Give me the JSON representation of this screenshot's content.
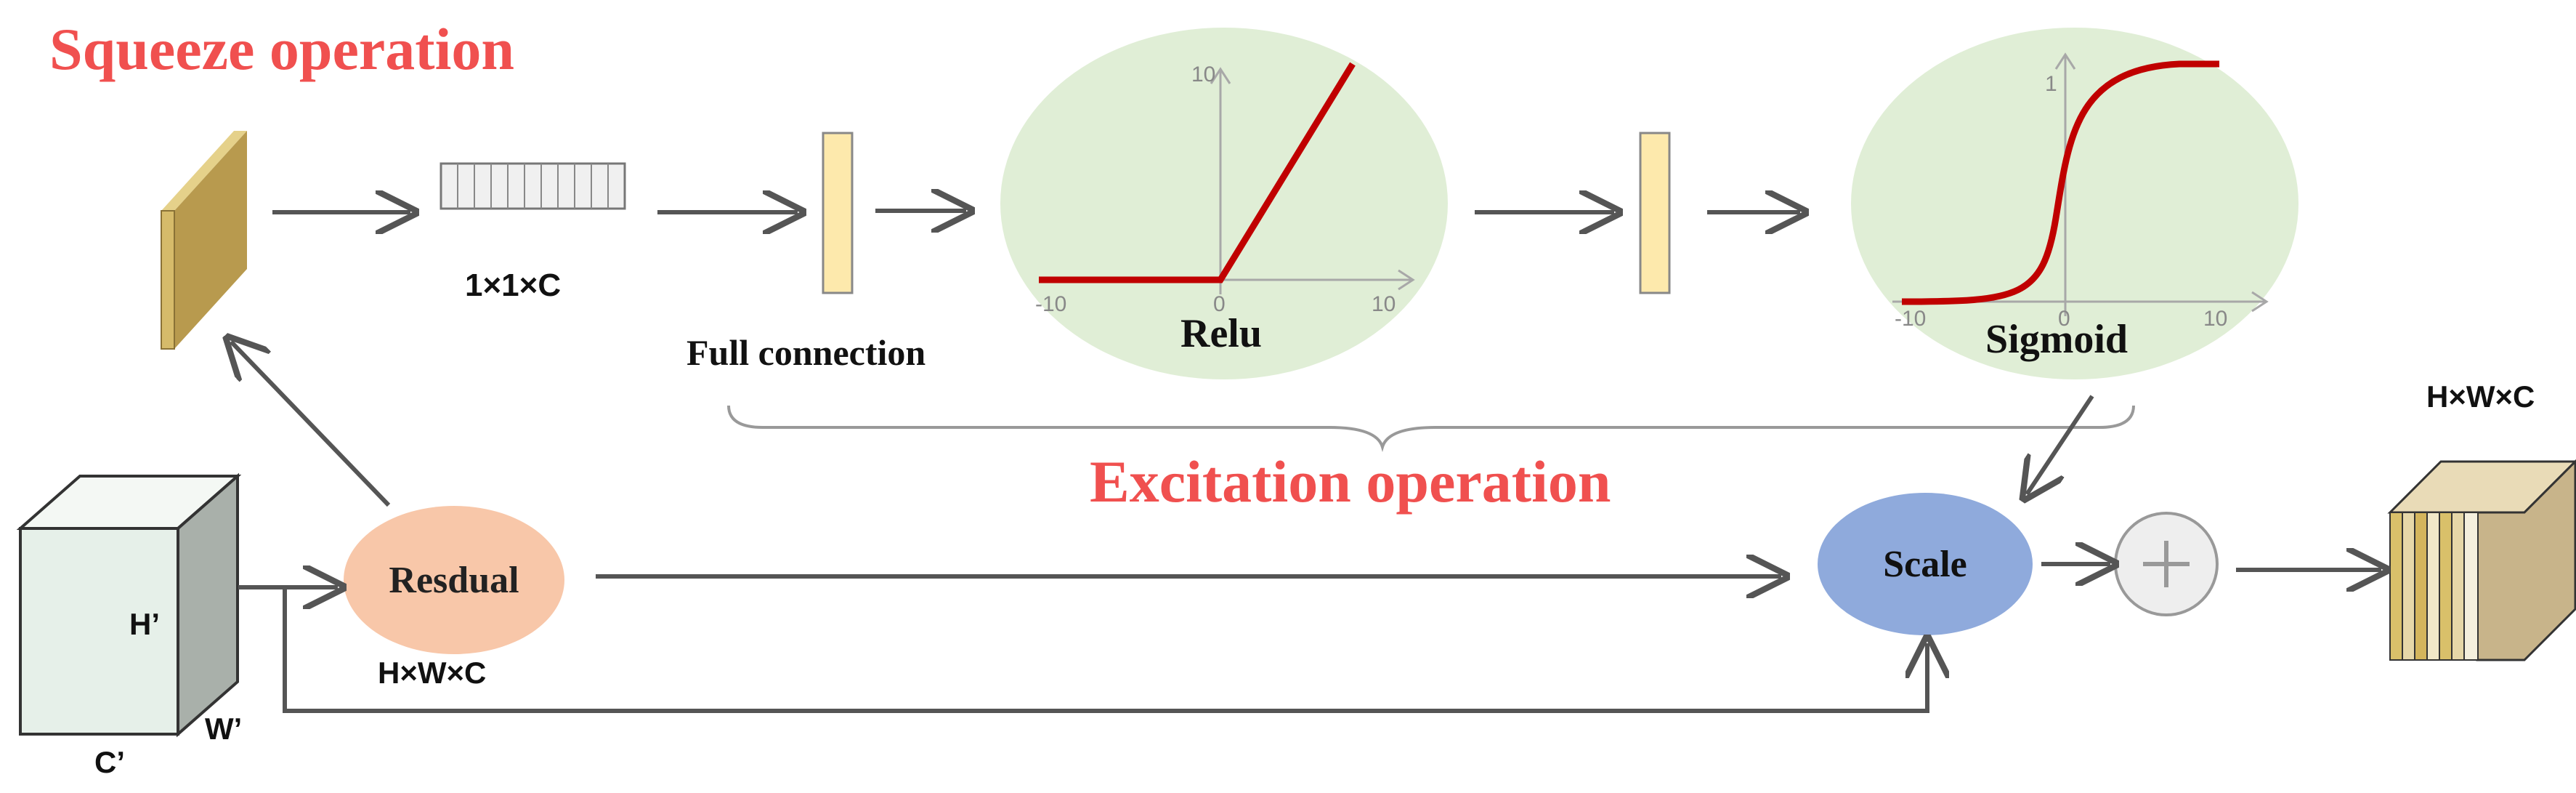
{
  "titles": {
    "squeeze": "Squeeze operation",
    "excitation": "Excitation operation"
  },
  "labels": {
    "squeeze_vector_dims": "1×1×C",
    "full_connection": "Full connection",
    "residual": "Resdual",
    "residual_dims": "H×W×C",
    "scale": "Scale",
    "plus": "+",
    "output_dims": "H×W×C",
    "input_h": "H’",
    "input_w": "W’",
    "input_c": "C’"
  },
  "relu_plot": {
    "name": "Relu",
    "y_tick": "10",
    "x_ticks": [
      "-10",
      "0",
      "10"
    ]
  },
  "sigmoid_plot": {
    "name": "Sigmoid",
    "y_tick": "1",
    "x_ticks": [
      "-10",
      "0",
      "10"
    ]
  },
  "colors": {
    "title_red": "#f0504f",
    "arrow_gray": "#555555",
    "plot_bg": "#e0eed6",
    "curve_red": "#c00000",
    "residual_fill": "#f8c7a9",
    "scale_fill": "#8faadc",
    "fc_fill": "#fde9ac",
    "feature_gold": "#c8a95c"
  }
}
